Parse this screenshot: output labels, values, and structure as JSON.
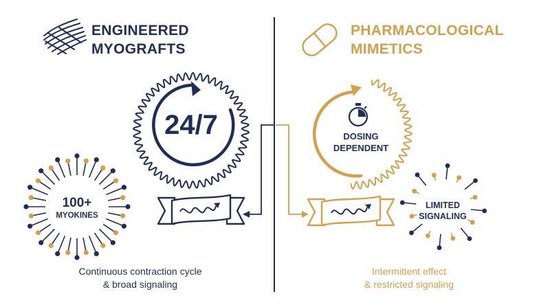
{
  "left_panel": {
    "title_line1": "ENGINEERED",
    "title_line2": "MYOGRAFTS",
    "cycle_label": "24/7",
    "burst_value": "100+",
    "burst_label": "MYOKINES",
    "caption_line1": "Continuous contraction cycle",
    "caption_line2": "& broad signaling"
  },
  "right_panel": {
    "title_line1": "PHARMACOLOGICAL",
    "title_line2": "MIMETICS",
    "cycle_label_line1": "DOSING",
    "cycle_label_line2": "DEPENDENT",
    "burst_label_line1": "LIMITED",
    "burst_label_line2": "SIGNALING",
    "caption_line1": "Intermittent effect",
    "caption_line2": "& restricted signaling"
  },
  "icons": {
    "left_title_icon": "muscle-fiber-icon",
    "right_title_icon": "capsule-icon",
    "right_cycle_icon": "stopwatch-icon",
    "ribbon_icon": "wave-arrow-icon"
  },
  "colors": {
    "navy": "#1f2d5a",
    "gold": "#d4a04a"
  }
}
